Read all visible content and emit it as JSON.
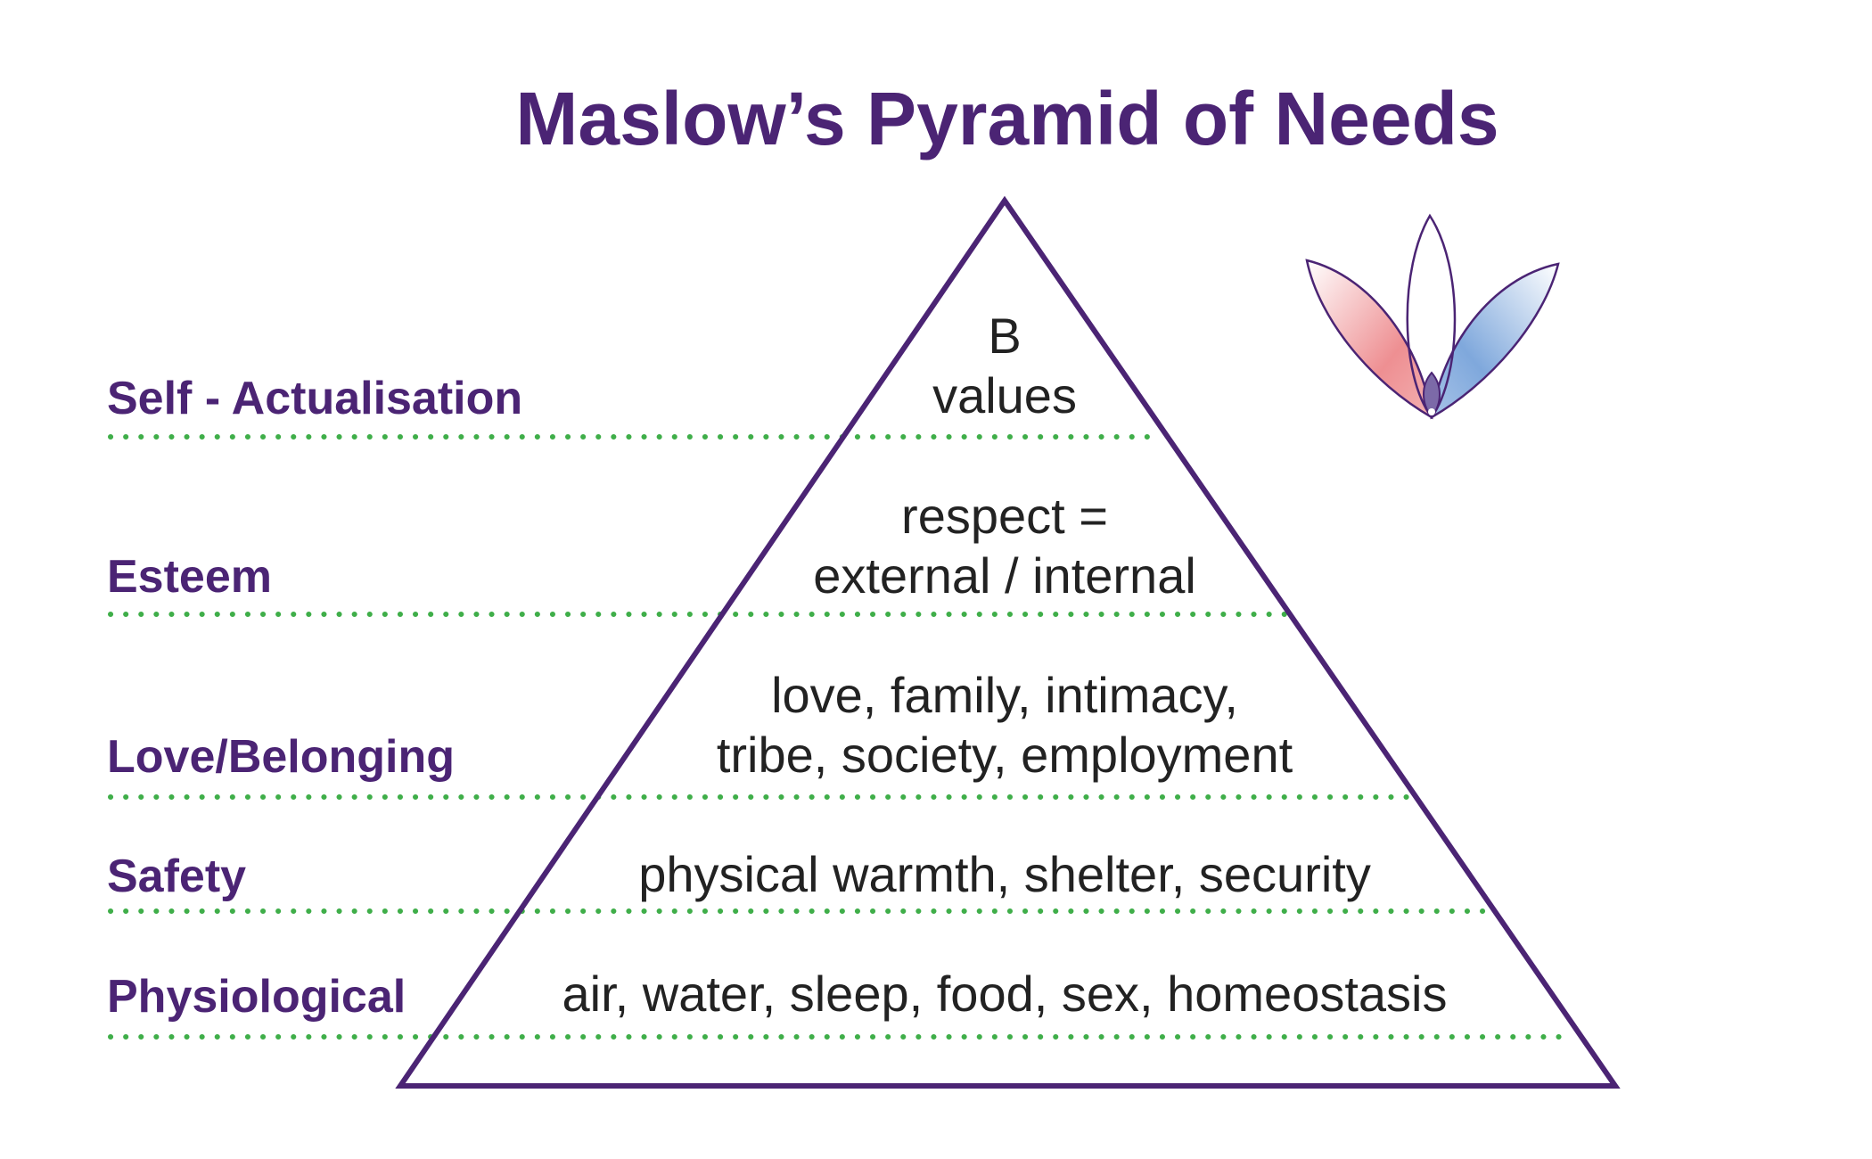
{
  "title": "Maslow’s Pyramid of Needs",
  "levels": [
    {
      "label": "Self - Actualisation",
      "lines": [
        "B",
        "values"
      ]
    },
    {
      "label": "Esteem",
      "lines": [
        "respect  =",
        "external / internal"
      ]
    },
    {
      "label": "Love/Belonging",
      "lines": [
        "love, family, intimacy,",
        "tribe, society, employment"
      ]
    },
    {
      "label": "Safety",
      "lines": [
        "physical warmth, shelter, security"
      ]
    },
    {
      "label": "Physiological",
      "lines": [
        "air, water, sleep, food, sex, homeostasis"
      ]
    }
  ],
  "colors": {
    "primary": "#4b2474",
    "dotted": "#3fae49",
    "text": "#222222",
    "petal_pink": "#ee8f92",
    "petal_blue": "#7fa8dc"
  },
  "logo_icon": "lotus-icon"
}
